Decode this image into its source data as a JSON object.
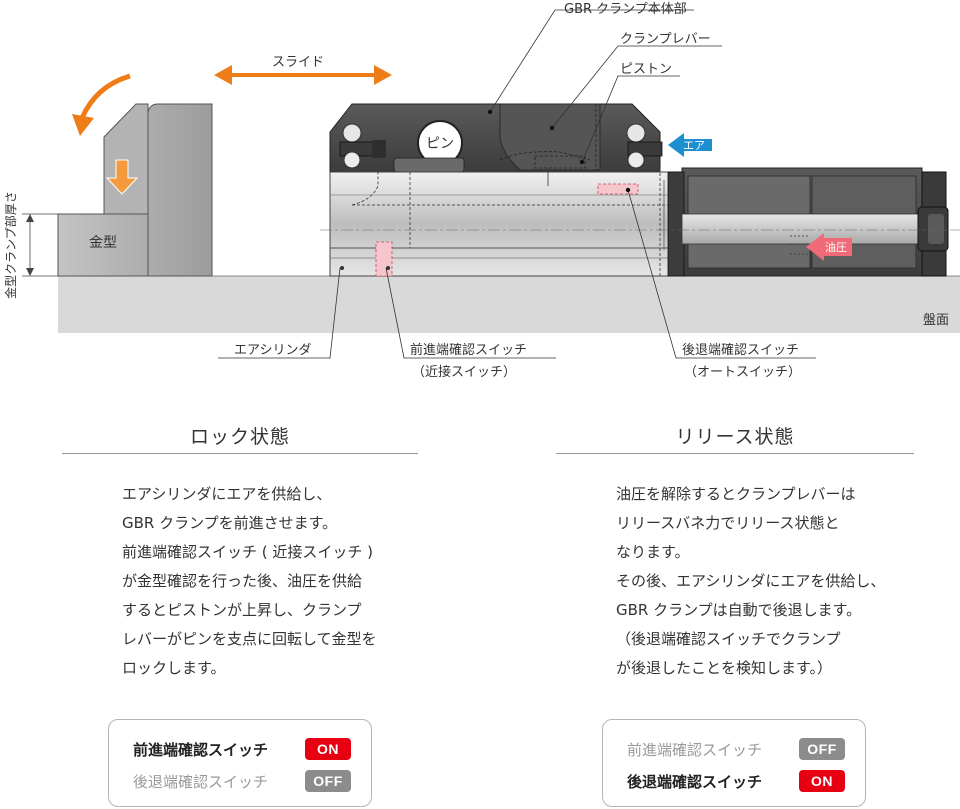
{
  "diagram": {
    "labels": {
      "body": "GBR クランプ本体部",
      "lever": "クランプレバー",
      "piston": "ピストン",
      "slide": "スライド",
      "pin": "ピン",
      "air": "エア",
      "hydraulic": "油圧",
      "mold": "金型",
      "thickness": "金型クランプ部厚さ",
      "platen": "盤面",
      "air_cylinder": "エアシリンダ",
      "fwd_switch": "前進端確認スイッチ",
      "fwd_switch_sub": "（近接スイッチ）",
      "back_switch": "後退端確認スイッチ",
      "back_switch_sub": "（オートスイッチ）"
    },
    "colors": {
      "orange": "#ee7d18",
      "blue": "#1c8fd0",
      "pink": "#f06a7a",
      "metal_dark": "#4a4a4a",
      "metal_light": "#d8d8d8"
    }
  },
  "lock": {
    "title": "ロック状態",
    "lines": [
      "エアシリンダにエアを供給し、",
      "GBR クランプを前進させます。",
      "前進端確認スイッチ ( 近接スイッチ )",
      "が金型確認を行った後、油圧を供給",
      "するとピストンが上昇し、クランプ",
      "レバーがピンを支点に回転して金型を",
      "ロックします。"
    ],
    "status": [
      {
        "label": "前進端確認スイッチ",
        "value": "ON",
        "state": "on"
      },
      {
        "label": "後退端確認スイッチ",
        "value": "OFF",
        "state": "off"
      }
    ]
  },
  "release": {
    "title": "リリース状態",
    "lines": [
      "油圧を解除するとクランプレバーは",
      "リリースバネ力でリリース状態と",
      "なります。",
      "その後、エアシリンダにエアを供給し、",
      "GBR クランプは自動で後退します。",
      "（後退端確認スイッチでクランプ",
      "が後退したことを検知します。）"
    ],
    "status": [
      {
        "label": "前進端確認スイッチ",
        "value": "OFF",
        "state": "off"
      },
      {
        "label": "後退端確認スイッチ",
        "value": "ON",
        "state": "on"
      }
    ]
  }
}
